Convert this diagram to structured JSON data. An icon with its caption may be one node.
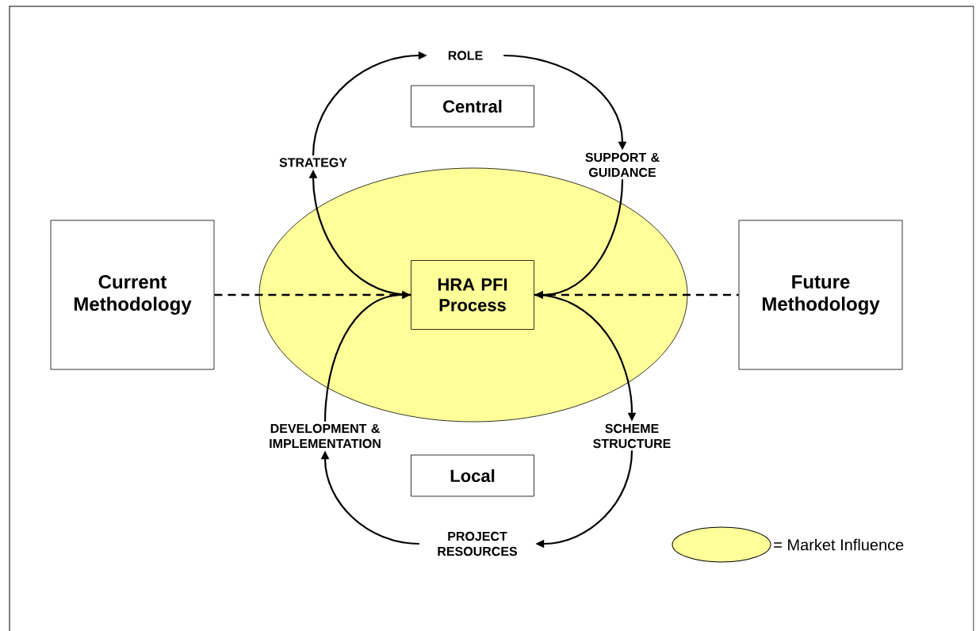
{
  "diagram": {
    "nodes": [
      {
        "text": [],
        "shape": "ellipse"
      },
      {
        "text": [
          "ROLE"
        ]
      },
      {
        "text": [
          "Central"
        ]
      },
      {
        "text": [
          "STRATEGY"
        ]
      },
      {
        "text": [
          "SUPPORT & GUIDANCE"
        ]
      },
      {
        "text": [
          "Current Methodology"
        ]
      },
      {
        "text": [
          "HRA PFI Process"
        ],
        "in": 0
      },
      {
        "text": [
          "Future Methodology"
        ]
      },
      {
        "text": [
          "DEVELOPMENT & IMPLEMENTATION"
        ]
      },
      {
        "text": [
          "SCHEME STRUCTURE"
        ]
      },
      {
        "text": [
          "Local"
        ]
      },
      {
        "text": [
          "PROJECT RESOURCES"
        ]
      }
    ],
    "edges": [
      {
        "from": 3,
        "to": 1,
        "arrow": "to"
      },
      {
        "from": 1,
        "to": 4,
        "arrow": "to"
      },
      {
        "from": 4,
        "to": 6,
        "arrow": "to"
      },
      {
        "from": 6,
        "to": 3,
        "arrow": "to"
      },
      {
        "from": 8,
        "to": 6,
        "arrow": "to"
      },
      {
        "from": 6,
        "to": 9,
        "arrow": "to"
      },
      {
        "from": 9,
        "to": 11,
        "arrow": "to"
      },
      {
        "from": 11,
        "to": 8,
        "arrow": "to"
      },
      {
        "from": 5,
        "to": 6,
        "arrow": "none",
        "style": "dashed"
      },
      {
        "from": 6,
        "to": 7,
        "arrow": "none",
        "style": "dashed"
      }
    ],
    "legend": [
      {
        "text": "= Market Influence",
        "color": "#ffff99"
      }
    ]
  }
}
